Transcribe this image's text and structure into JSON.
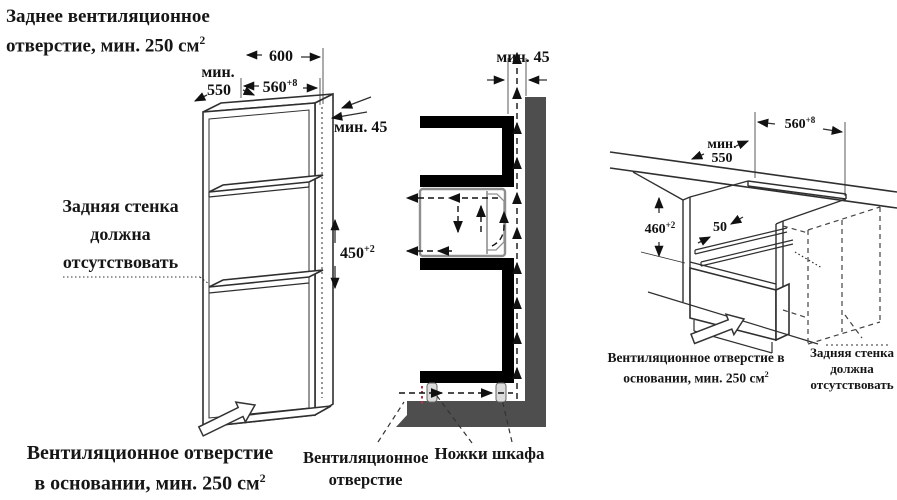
{
  "colors": {
    "wall_fill": "#4e4e4e",
    "cabinet_section": "#000000",
    "line": "#2f2f2f",
    "appliance_outline": "#8f8f8f",
    "leg_fill": "#dcdcdc",
    "vent_marker": "#b5344a",
    "text": "#161616"
  },
  "left": {
    "label_rear_vent": {
      "line1": "Заднее вентиляционное",
      "line2": "отверстие, мин. 250 см",
      "sup": "2"
    },
    "label_back_wall": {
      "line1": "Задняя стенка",
      "line2": "должна",
      "line3": "отсутствовать"
    },
    "label_base_vent": {
      "line1": "Вентиляционное отверстие",
      "line2": "в основании, мин. 250 см",
      "sup": "2"
    },
    "dim_width": "600",
    "dim_depth_prefix": "мин.",
    "dim_depth": "550",
    "dim_niche_width": "560",
    "dim_niche_width_tol": "+8",
    "dim_rear_gap": "мин. 45",
    "dim_niche_height": "450",
    "dim_niche_height_tol": "+2"
  },
  "middle": {
    "dim_rear_gap": "мин. 45",
    "label_vent": {
      "line1": "Вентиляционное",
      "line2": "отверстие"
    },
    "label_legs": "Ножки шкафа"
  },
  "right": {
    "dim_depth_prefix": "мин.",
    "dim_depth": "550",
    "dim_niche_width": "560",
    "dim_niche_width_tol": "+8",
    "dim_niche_height": "460",
    "dim_niche_height_tol": "+2",
    "dim_vent_gap": "50",
    "label_base_vent": {
      "line1": "Вентиляционное отверстие в",
      "line2": "основании, мин. 250 см",
      "sup": "2"
    },
    "label_back_wall": {
      "line1": "Задняя стенка",
      "line2": "должна",
      "line3": "отсутствовать"
    }
  }
}
